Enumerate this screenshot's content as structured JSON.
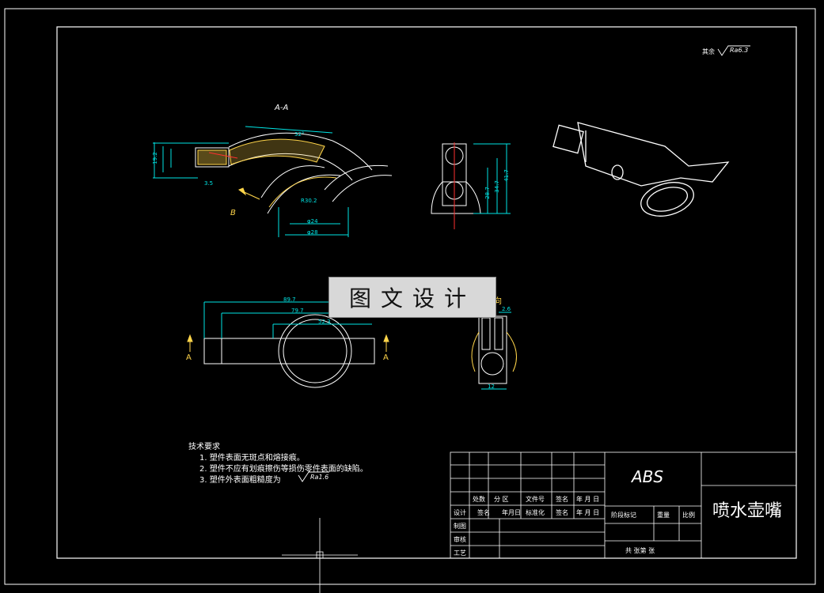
{
  "title_block": {
    "material": "ABS",
    "part_name": "喷水壶嘴",
    "row_headers": [
      "处数",
      "分 区",
      "文件号",
      "签名",
      "年 月 日"
    ],
    "row_design": [
      "设计",
      "签名",
      "年月日",
      "标准化",
      "签名",
      "年 月 日"
    ],
    "stage_label": "阶段标记",
    "weight_label": "重量",
    "scale_label": "比例",
    "left_labels": [
      "制图",
      "审核",
      "工艺"
    ],
    "sheet_text": "共  张第  张"
  },
  "tech_requirements": {
    "heading": "技术要求",
    "items": [
      "1. 塑件表面无斑点和熔接痕。",
      "2. 塑件不应有划痕擦伤等损伤零件表面的缺陷。",
      "3. 塑件外表面粗糙度为"
    ],
    "roughness_item3": "Ra1.6"
  },
  "roughness_note": {
    "prefix": "其余",
    "value": "Ra6.3"
  },
  "section_label": "A-A",
  "watermark": "图文设计",
  "dims": {
    "d_89_7": "89.7",
    "d_79_7": "79.7",
    "d_52_3": "52.3",
    "d_2_6": "2.6",
    "d_12": "12",
    "d_41_7": "41.7",
    "d_34_7": "34.7",
    "d_28_7": "28.7",
    "d_24": "φ24",
    "d_28": "φ28",
    "d_19_2": "19.2",
    "d_3_5": "3.5",
    "d_32": "32°",
    "d_30_2": "R30.2"
  },
  "labels": {
    "A_left": "A",
    "A_right": "A",
    "B": "B",
    "view_dir": "向"
  }
}
